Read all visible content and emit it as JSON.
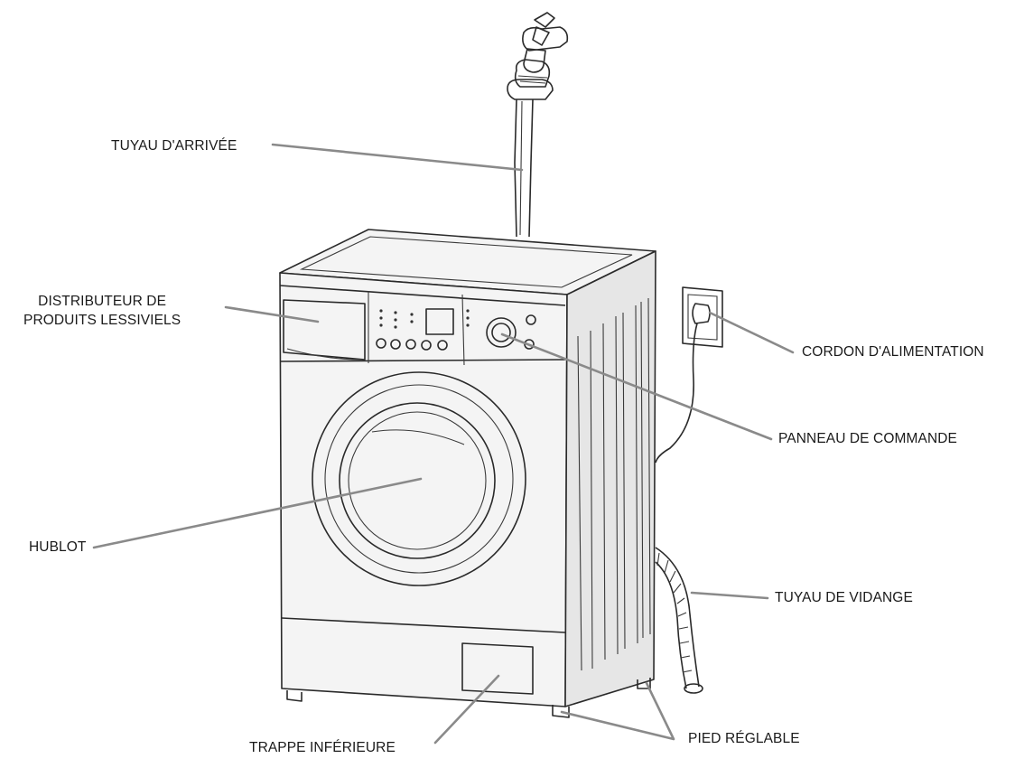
{
  "labels": {
    "inlet_hose": "TUYAU D'ARRIVÉE",
    "detergent_drawer_line1": "DISTRIBUTEUR DE",
    "detergent_drawer_line2": "PRODUITS LESSIVIELS",
    "power_cord": "CORDON D'ALIMENTATION",
    "control_panel": "PANNEAU DE COMMANDE",
    "door": "HUBLOT",
    "drain_hose": "TUYAU DE VIDANGE",
    "bottom_cover": "TRAPPE INFÉRIEURE",
    "adjustable_feet": "PIED RÉGLABLE"
  }
}
